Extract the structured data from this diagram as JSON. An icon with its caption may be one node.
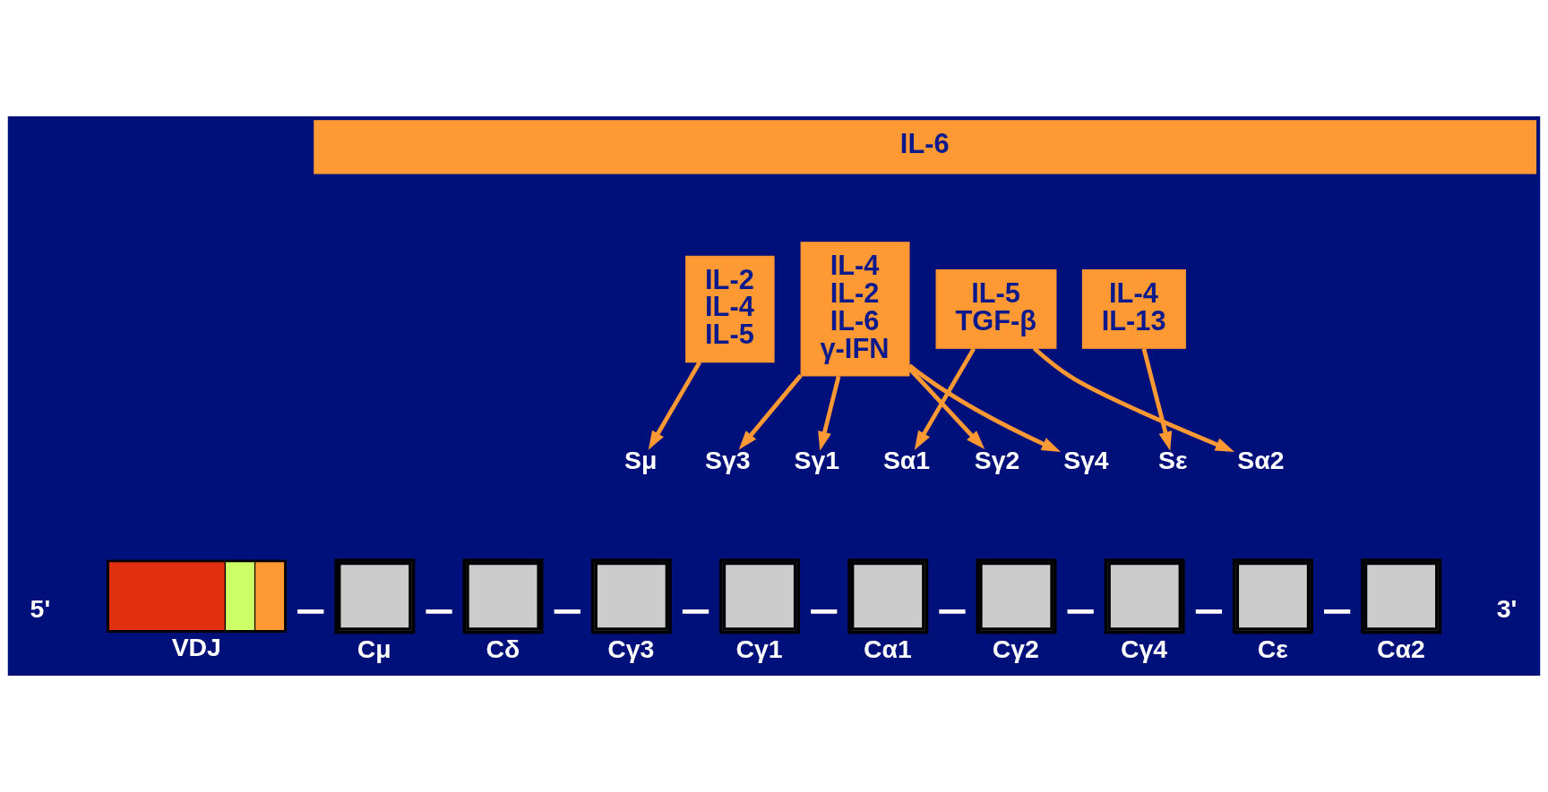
{
  "diagram": {
    "nodes": [
      {
        "text": [
          "IL-6"
        ]
      },
      {
        "text": [
          "IL-2",
          "IL-4",
          "IL-5"
        ]
      },
      {
        "text": [
          "IL-4",
          "IL-2",
          "IL-6",
          "γ-IFN"
        ]
      },
      {
        "text": [
          "IL-5",
          "TGF-β"
        ]
      },
      {
        "text": [
          "IL-4",
          "IL-13"
        ]
      },
      {
        "text": [
          "Sμ"
        ]
      },
      {
        "text": [
          "Sγ3"
        ]
      },
      {
        "text": [
          "Sγ1"
        ]
      },
      {
        "text": [
          "Sα1"
        ]
      },
      {
        "text": [
          "Sγ2"
        ]
      },
      {
        "text": [
          "Sγ4"
        ]
      },
      {
        "text": [
          "Sε"
        ]
      },
      {
        "text": [
          "Sα2"
        ]
      },
      {
        "text": [
          "VDJ"
        ]
      },
      {
        "text": [
          "Cμ"
        ]
      },
      {
        "text": [
          "Cδ"
        ]
      },
      {
        "text": [
          "Cγ3"
        ]
      },
      {
        "text": [
          "Cγ1"
        ]
      },
      {
        "text": [
          "Cα1"
        ]
      },
      {
        "text": [
          "Cγ2"
        ]
      },
      {
        "text": [
          "Cγ4"
        ]
      },
      {
        "text": [
          "Cε"
        ]
      },
      {
        "text": [
          "Cα2"
        ]
      }
    ],
    "edges": [
      {
        "from": 1,
        "to": 5,
        "arrow": "to",
        "color": "#ff9933"
      },
      {
        "from": 2,
        "to": 6,
        "arrow": "to",
        "color": "#ff9933"
      },
      {
        "from": 2,
        "to": 7,
        "arrow": "to",
        "color": "#ff9933"
      },
      {
        "from": 2,
        "to": 9,
        "arrow": "to",
        "color": "#ff9933"
      },
      {
        "from": 2,
        "to": 10,
        "arrow": "to",
        "color": "#ff9933"
      },
      {
        "from": 3,
        "to": 8,
        "arrow": "to",
        "color": "#ff9933"
      },
      {
        "from": 3,
        "to": 12,
        "arrow": "to",
        "color": "#ff9933"
      },
      {
        "from": 4,
        "to": 11,
        "arrow": "to",
        "color": "#ff9933"
      },
      {
        "from": 13,
        "to": 14,
        "arrow": "none"
      },
      {
        "from": 14,
        "to": 15,
        "arrow": "none"
      },
      {
        "from": 15,
        "to": 16,
        "arrow": "none"
      },
      {
        "from": 16,
        "to": 17,
        "arrow": "none"
      },
      {
        "from": 17,
        "to": 18,
        "arrow": "none"
      },
      {
        "from": 18,
        "to": 19,
        "arrow": "none"
      },
      {
        "from": 19,
        "to": 20,
        "arrow": "none"
      },
      {
        "from": 20,
        "to": 21,
        "arrow": "none"
      },
      {
        "from": 21,
        "to": 22,
        "arrow": "none"
      }
    ],
    "labels": [
      "5'",
      "3'"
    ]
  }
}
